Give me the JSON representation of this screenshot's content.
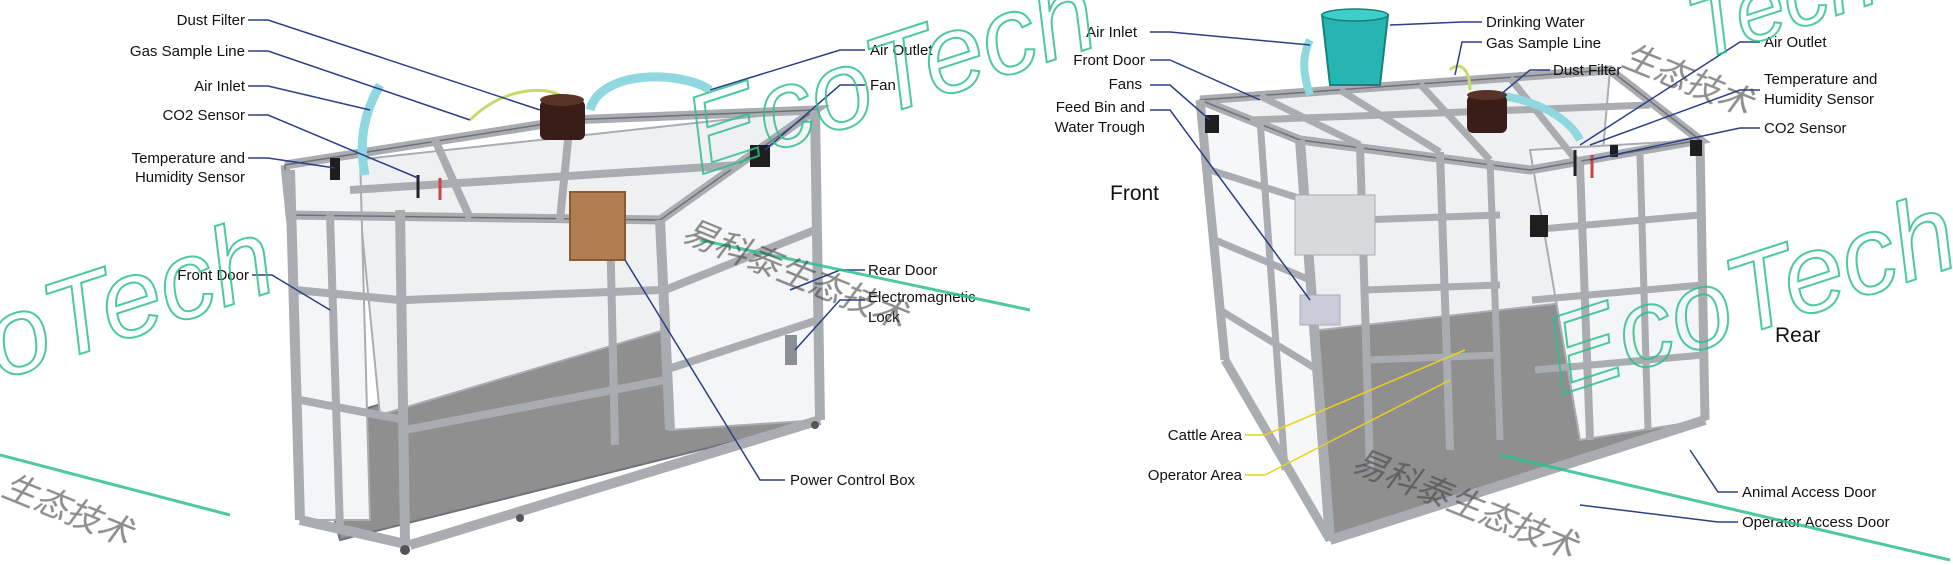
{
  "left_panel": {
    "labels": {
      "dust_filter": "Dust Filter",
      "gas_sample_line": "Gas Sample Line",
      "air_inlet": "Air Inlet",
      "co2_sensor": "CO2 Sensor",
      "temp_humidity_1": "Temperature and",
      "temp_humidity_2": "Humidity Sensor",
      "front_door": "Front Door",
      "air_outlet": "Air Outlet",
      "fan": "Fan",
      "rear_door": "Rear Door",
      "em_lock_1": "Electromagnetic",
      "em_lock_2": "Lock",
      "power_control_box": "Power Control Box"
    }
  },
  "right_panel": {
    "labels": {
      "air_inlet": "Air Inlet",
      "front_door": "Front Door",
      "fans": "Fans",
      "feed_bin_1": "Feed Bin and",
      "feed_bin_2": "Water Trough",
      "front": "Front",
      "drinking_water": "Drinking Water",
      "gas_sample_line": "Gas Sample Line",
      "dust_filter": "Dust Filter",
      "air_outlet": "Air Outlet",
      "temp_humidity_1": "Temperature and",
      "temp_humidity_2": "Humidity Sensor",
      "co2_sensor": "CO2 Sensor",
      "rear": "Rear",
      "cattle_area": "Cattle Area",
      "operator_area": "Operator Area",
      "animal_access_door": "Animal Access Door",
      "operator_access_door": "Operator Access Door"
    }
  },
  "watermark": {
    "brand": "EcoTech",
    "chinese_full": "易科泰生态技术",
    "chinese_partial": "生态技术",
    "color": "#2fbf8f"
  },
  "colors": {
    "frame": "#a9adb2",
    "frame_edge": "#6d7277",
    "floor": "#8f8f8f",
    "tube": "#8fd8e0",
    "filter": "#3a1d16",
    "power_box": "#b07c50",
    "bucket": "#26b5b0",
    "leader_blue": "#2b3f86",
    "leader_yellow": "#ead21a"
  }
}
